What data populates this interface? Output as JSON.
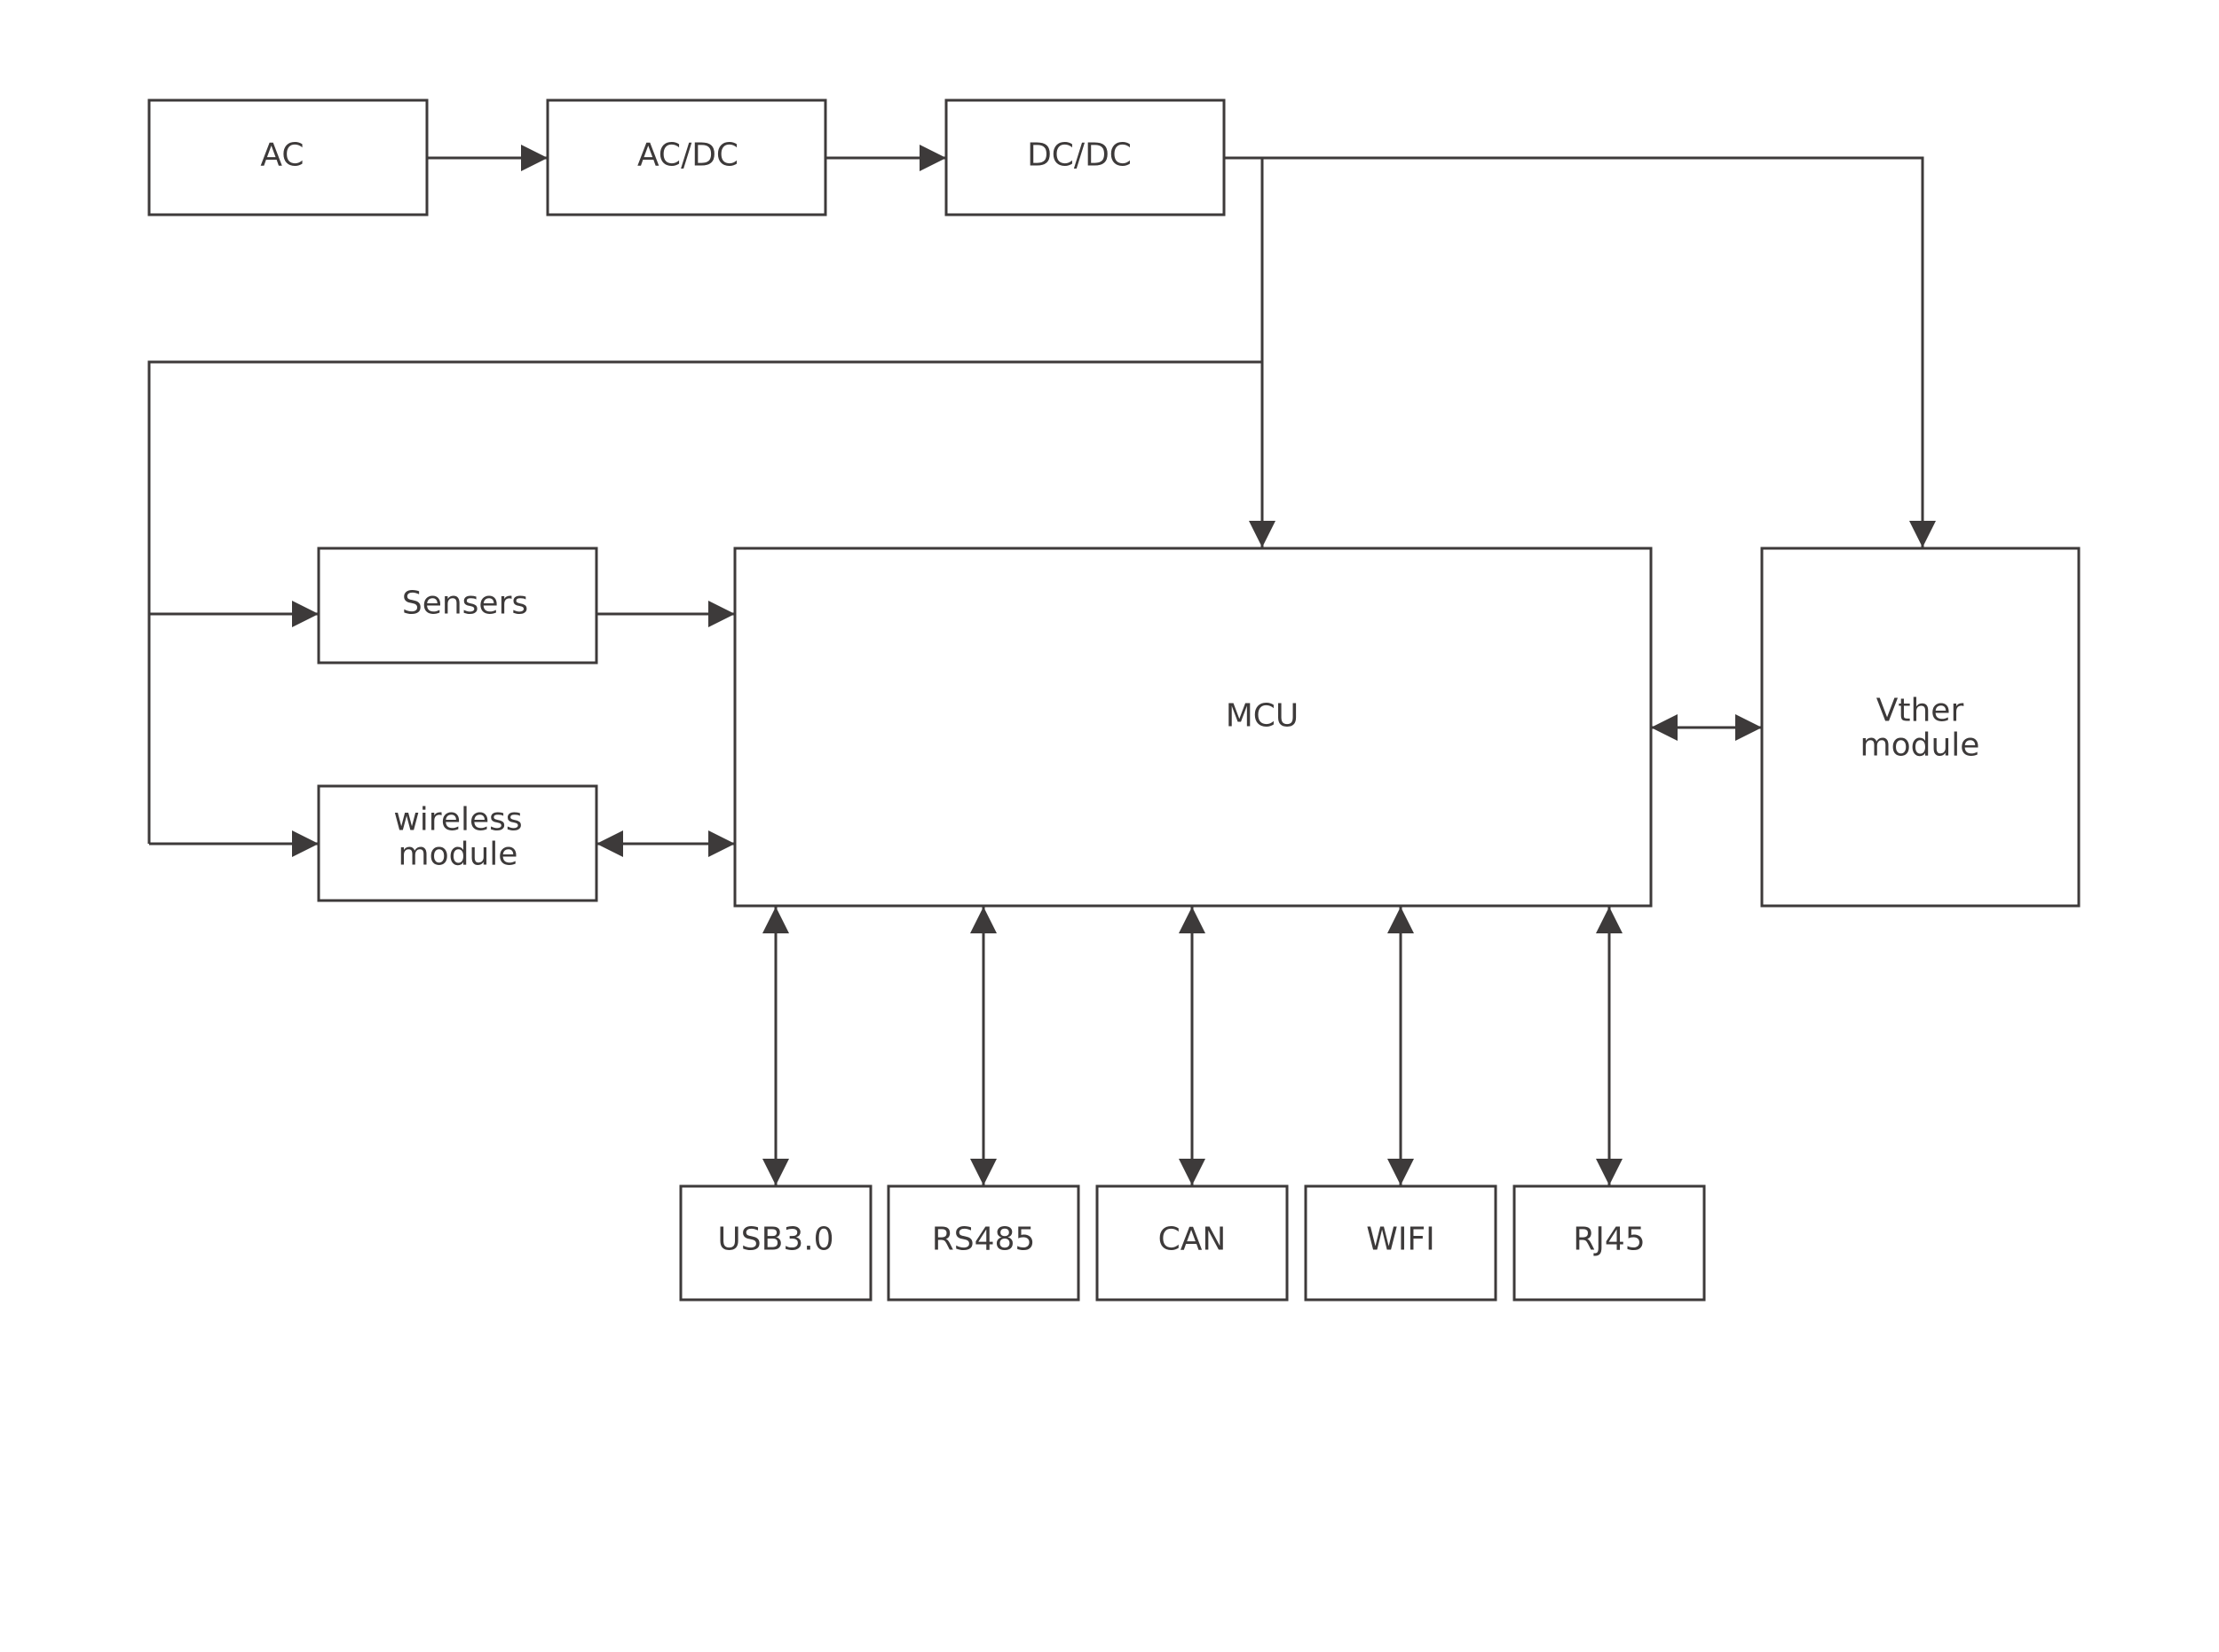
{
  "diagram": {
    "nodes": {
      "ac": "AC",
      "acdc": "AC/DC",
      "dcdc": "DC/DC",
      "sensers": "Sensers",
      "wireless_line1": "wireless",
      "wireless_line2": "module",
      "mcu": "MCU",
      "vther_line1": "Vther",
      "vther_line2": "module",
      "usb": "USB3.0",
      "rs485": "RS485",
      "can": "CAN",
      "wifi": "WIFI",
      "rj45": "RJ45"
    },
    "edges": [
      {
        "from": "AC",
        "to": "AC/DC",
        "direction": "forward"
      },
      {
        "from": "AC/DC",
        "to": "DC/DC",
        "direction": "forward"
      },
      {
        "from": "DC/DC",
        "to": "MCU",
        "direction": "forward"
      },
      {
        "from": "DC/DC",
        "to": "Vther module",
        "direction": "forward"
      },
      {
        "from": "DC/DC",
        "to": "Sensers",
        "direction": "forward"
      },
      {
        "from": "DC/DC",
        "to": "wireless module",
        "direction": "forward"
      },
      {
        "from": "Sensers",
        "to": "MCU",
        "direction": "forward"
      },
      {
        "from": "wireless module",
        "to": "MCU",
        "direction": "both"
      },
      {
        "from": "MCU",
        "to": "Vther module",
        "direction": "both"
      },
      {
        "from": "MCU",
        "to": "USB3.0",
        "direction": "both"
      },
      {
        "from": "MCU",
        "to": "RS485",
        "direction": "both"
      },
      {
        "from": "MCU",
        "to": "CAN",
        "direction": "both"
      },
      {
        "from": "MCU",
        "to": "WIFI",
        "direction": "both"
      },
      {
        "from": "MCU",
        "to": "RJ45",
        "direction": "both"
      }
    ],
    "colors": {
      "stroke": "#3d3a3a",
      "text": "#3d3a3a",
      "background": "#ffffff"
    }
  }
}
